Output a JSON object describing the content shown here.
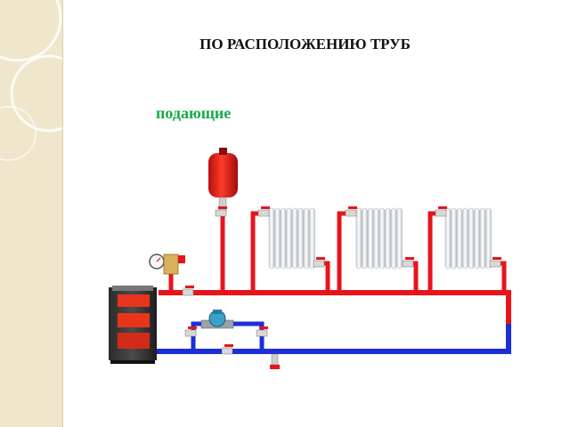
{
  "slide": {
    "title": "ПО РАСПОЛОЖЕНИЮ ТРУБ",
    "subtitle": "подающие"
  },
  "colors": {
    "supply_pipe": "#e8141c",
    "return_pipe": "#1c2fd6",
    "title_text": "#111111",
    "subtitle_text": "#1aa84a",
    "side_panel": "#efe6cc"
  },
  "diagram": {
    "components": [
      "expansion-tank",
      "boiler",
      "pressure-gauge",
      "radiator",
      "radiator",
      "radiator",
      "circulation-pump",
      "ball-valve",
      "drain-valve"
    ]
  }
}
